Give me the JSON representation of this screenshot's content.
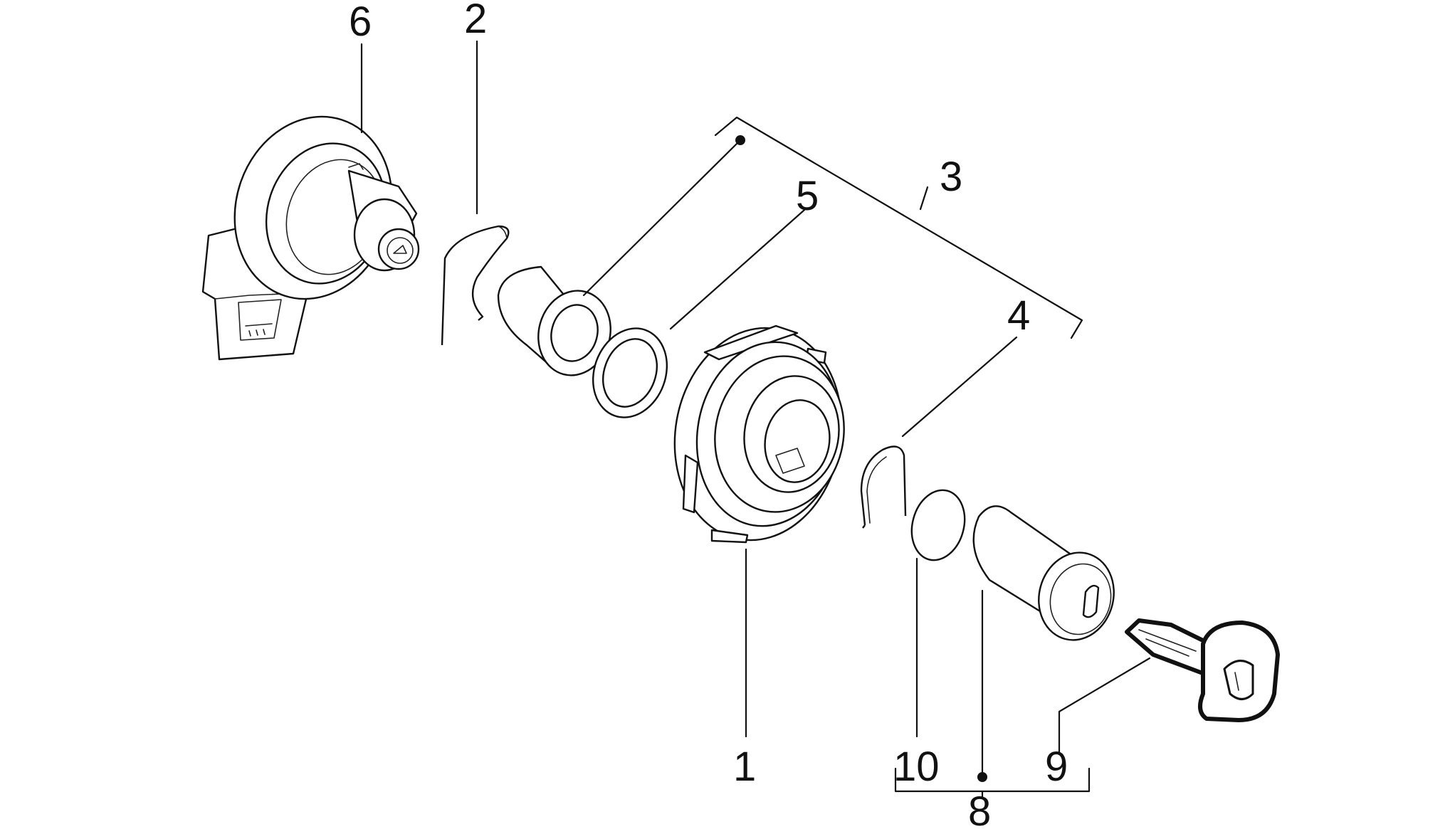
{
  "diagram": {
    "type": "exploded-parts-diagram",
    "line_color": "#111111",
    "background": "#ffffff",
    "callouts": {
      "c1": "1",
      "c2": "2",
      "c3": "3",
      "c4": "4",
      "c5": "5",
      "c6": "6",
      "c8": "8",
      "c9": "9",
      "c10": "10"
    }
  }
}
